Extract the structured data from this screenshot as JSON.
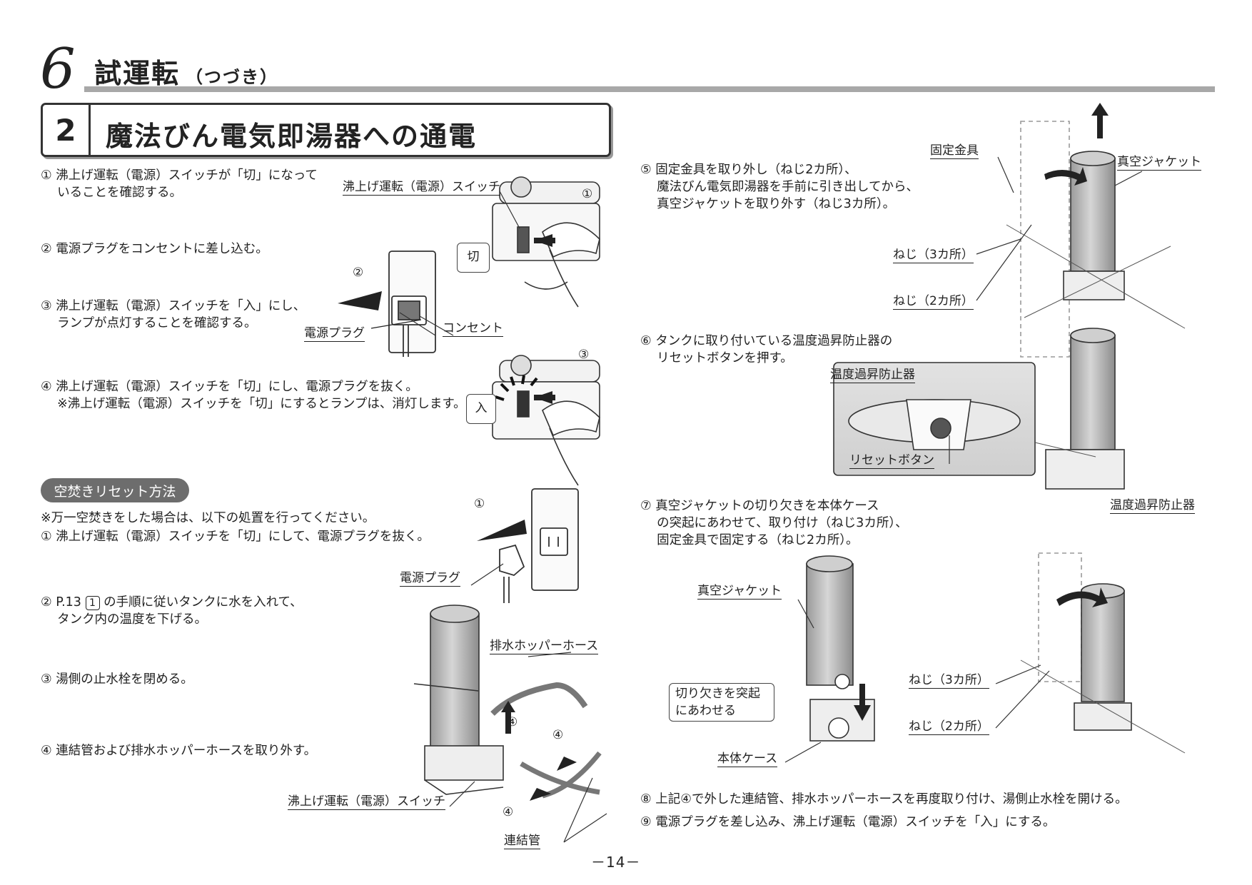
{
  "chapter": {
    "number": "6",
    "title": "試運転",
    "subtitle": "（つづき）"
  },
  "section": {
    "number": "2",
    "title": "魔法びん電気即湯器への通電"
  },
  "left_steps": [
    "① 沸上げ運転（電源）スイッチが「切」になって",
    "　 いることを確認する。",
    "② 電源プラグをコンセントに差し込む。",
    "③ 沸上げ運転（電源）スイッチを「入」にし、",
    "　 ランプが点灯することを確認する。",
    "④ 沸上げ運転（電源）スイッチを「切」にし、電源プラグを抜く。",
    "　 ※沸上げ運転（電源）スイッチを「切」にするとランプは、消灯します。"
  ],
  "fig1_labels": {
    "switch": "沸上げ運転（電源）スイッチ",
    "off": "切",
    "on": "入",
    "plug": "電源プラグ",
    "outlet": "コンセント",
    "n1": "①",
    "n2": "②",
    "n3": "③"
  },
  "reset": {
    "heading": "空焚きリセット方法",
    "note": "※万一空焚きをした場合は、以下の処置を行ってください。",
    "s1": "① 沸上げ運転（電源）スイッチを「切」にして、電源プラグを抜く。",
    "s2a": "② P.13",
    "s2ref": "1",
    "s2b": "の手順に従いタンクに水を入れて、",
    "s2c": "　 タンク内の温度を下げる。",
    "s3": "③ 湯側の止水栓を閉める。",
    "s4": "④ 連結管および排水ホッパーホースを取り外す。"
  },
  "fig2_labels": {
    "plug": "電源プラグ",
    "hose": "排水ホッパーホース",
    "switch": "沸上げ運転（電源）スイッチ",
    "pipe": "連結管",
    "n1": "①",
    "n4": "④"
  },
  "right_steps": {
    "s5": [
      "⑤ 固定金具を取り外し（ねじ2カ所）、",
      "　 魔法びん電気即湯器を手前に引き出してから、",
      "　 真空ジャケットを取り外す（ねじ3カ所）。"
    ],
    "s6": [
      "⑥ タンクに取り付いている温度過昇防止器の",
      "　 リセットボタンを押す。"
    ],
    "s7": [
      "⑦ 真空ジャケットの切り欠きを本体ケース",
      "　 の突起にあわせて、取り付け（ねじ3カ所）、",
      "　 固定金具で固定する（ねじ2カ所）。"
    ],
    "s8": "⑧ 上記④で外した連結管、排水ホッパーホースを再度取り付け、湯側止水栓を開ける。",
    "s9": "⑨ 電源プラグを差し込み、沸上げ運転（電源）スイッチを「入」にする。"
  },
  "fig3_labels": {
    "bracket": "固定金具",
    "jacket": "真空ジャケット",
    "screw3": "ねじ（3カ所）",
    "screw2": "ねじ（2カ所）"
  },
  "fig4_labels": {
    "protector": "温度過昇防止器",
    "reset_button": "リセットボタン",
    "protector2": "温度過昇防止器"
  },
  "fig5_labels": {
    "jacket": "真空ジャケット",
    "notch": [
      "切り欠きを突起",
      "にあわせる"
    ],
    "case": "本体ケース",
    "screw3": "ねじ（3カ所）",
    "screw2": "ねじ（2カ所）"
  },
  "page_number": "－14－"
}
